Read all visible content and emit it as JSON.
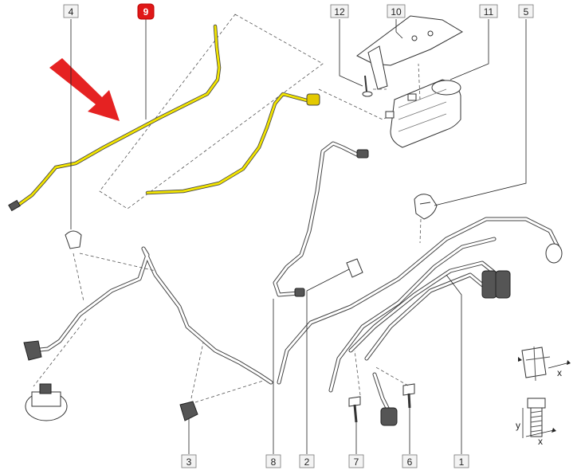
{
  "callouts": [
    {
      "id": "c4",
      "text": "4",
      "highlighted": false
    },
    {
      "id": "c9",
      "text": "9",
      "highlighted": true
    },
    {
      "id": "c12",
      "text": "12",
      "highlighted": false
    },
    {
      "id": "c10",
      "text": "10",
      "highlighted": false
    },
    {
      "id": "c11",
      "text": "11",
      "highlighted": false
    },
    {
      "id": "c5",
      "text": "5",
      "highlighted": false
    },
    {
      "id": "c3",
      "text": "3",
      "highlighted": false
    },
    {
      "id": "c8",
      "text": "8",
      "highlighted": false
    },
    {
      "id": "c2",
      "text": "2",
      "highlighted": false
    },
    {
      "id": "c7",
      "text": "7",
      "highlighted": false
    },
    {
      "id": "c6",
      "text": "6",
      "highlighted": false
    },
    {
      "id": "c1",
      "text": "1",
      "highlighted": false
    }
  ],
  "dimension_marks": {
    "x": "x",
    "y": "y"
  },
  "colors": {
    "highlight": "#e01818",
    "hose": "#f2e400",
    "line": "#444444"
  }
}
